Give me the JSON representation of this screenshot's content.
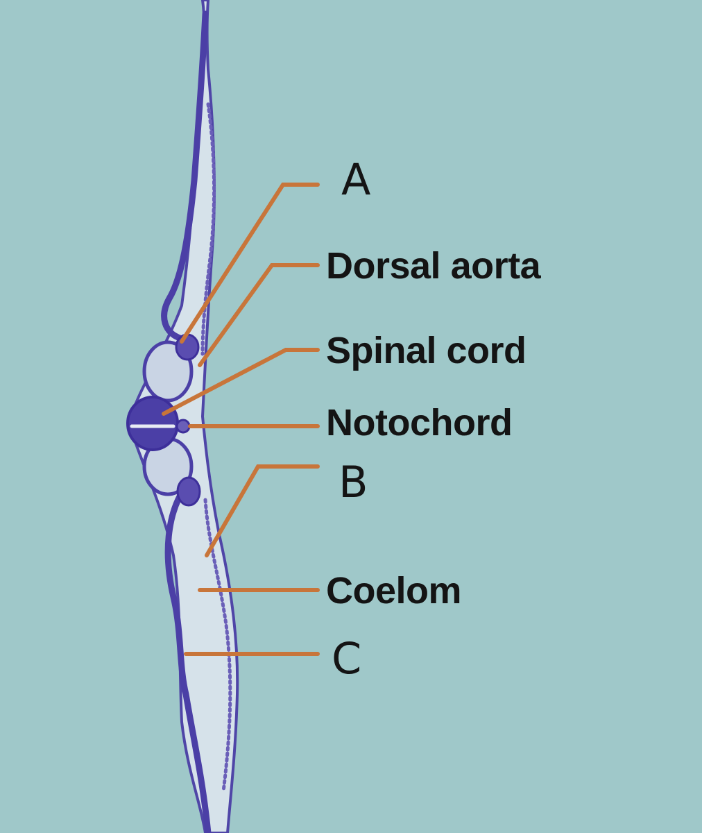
{
  "colors": {
    "background": "#9fc8c9",
    "tissue_fill": "#d9e4ec",
    "tissue_stain": "#4b3fa6",
    "tissue_dark": "#3d2f9a",
    "leader_line": "#c8753a",
    "label_text": "#141414"
  },
  "labels": {
    "a": "A",
    "dorsal_aorta": "Dorsal aorta",
    "spinal_cord": "Spinal cord",
    "notochord": "Notochord",
    "b": "B",
    "coelom": "Coelom",
    "c": "C"
  }
}
